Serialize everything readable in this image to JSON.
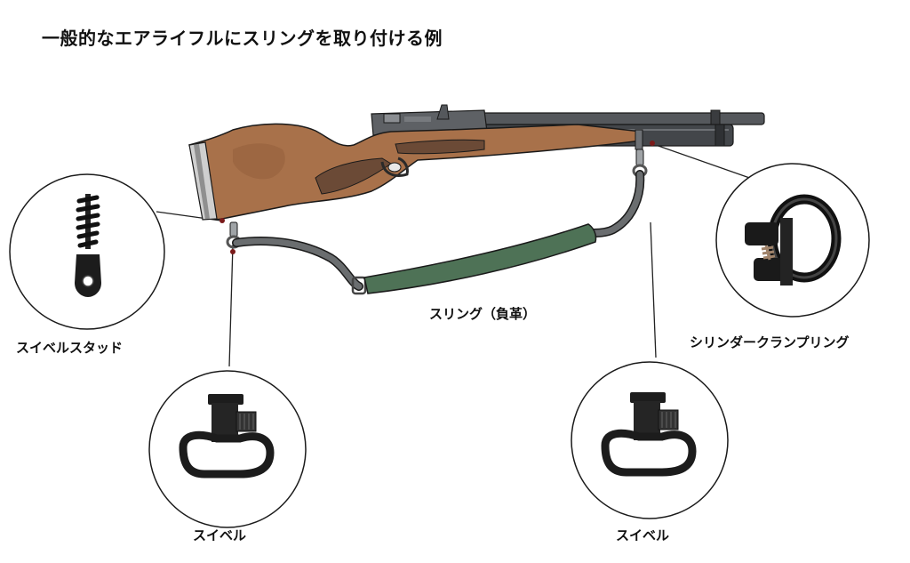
{
  "title": "一般的なエアライフルにスリングを取り付ける例",
  "labels": {
    "swivel_stud": "スイベルスタッド",
    "sling": "スリング（負革）",
    "cylinder_clamp_ring": "シリンダークランプリング",
    "swivel_left": "スイベル",
    "swivel_right": "スイベル"
  },
  "colors": {
    "stock_wood": "#a8714a",
    "stock_dark": "#6b4a36",
    "barrel": "#4b4e52",
    "sling_strap": "#6a6d6f",
    "sling_pad": "#4e7256",
    "outline": "#1a1a1a"
  }
}
